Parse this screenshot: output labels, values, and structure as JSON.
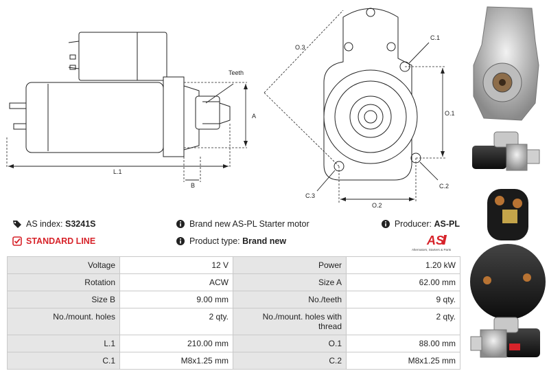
{
  "drawing": {
    "label_teeth": "Teeth",
    "label_a": "A",
    "label_b": "B",
    "label_l1": "L.1",
    "label_o1": "O.1",
    "label_o2": "O.2",
    "label_o3": "O.3",
    "label_c1": "C.1",
    "label_c2": "C.2",
    "label_c3": "C.3"
  },
  "info": {
    "as_index_label": "AS index:",
    "as_index_value": "S3241S",
    "standard_line": "STANDARD LINE",
    "description": "Brand new AS-PL Starter motor",
    "product_type_label": "Product type:",
    "product_type_value": "Brand new",
    "producer_label": "Producer:",
    "producer_value": "AS-PL"
  },
  "logo": {
    "text": "AS",
    "tagline": "Alternators, Starters & Parts"
  },
  "colors": {
    "accent_red": "#d7232a",
    "label_bg": "#e6e6e6",
    "border": "#c9c9c9"
  },
  "specs": {
    "rows": [
      {
        "l1": "Voltage",
        "v1": "12 V",
        "l2": "Power",
        "v2": "1.20 kW"
      },
      {
        "l1": "Rotation",
        "v1": "ACW",
        "l2": "Size A",
        "v2": "62.00 mm"
      },
      {
        "l1": "Size B",
        "v1": "9.00 mm",
        "l2": "No./teeth",
        "v2": "9 qty."
      },
      {
        "l1": "No./mount. holes",
        "v1": "2 qty.",
        "l2": "No./mount. holes with thread",
        "v2": "2 qty."
      },
      {
        "l1": "L.1",
        "v1": "210.00 mm",
        "l2": "O.1",
        "v2": "88.00 mm"
      },
      {
        "l1": "C.1",
        "v1": "M8x1.25 mm",
        "l2": "C.2",
        "v2": "M8x1.25 mm"
      }
    ]
  }
}
